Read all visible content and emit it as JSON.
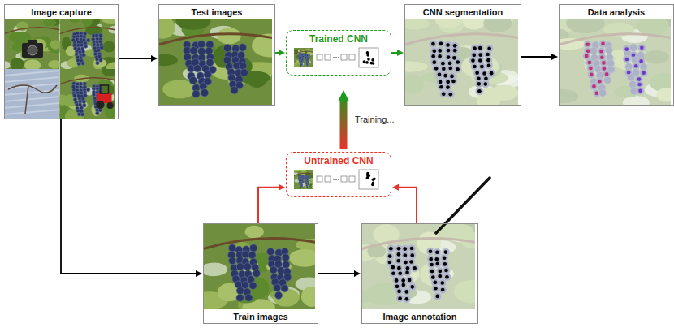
{
  "diagram": {
    "nodes": [
      {
        "text": [
          "Image capture"
        ]
      },
      {
        "text": [
          "Test images"
        ]
      },
      {
        "text": [
          "Trained CNN"
        ]
      },
      {
        "text": [
          "CNN segmentation"
        ]
      },
      {
        "text": [
          "Data analysis"
        ]
      },
      {
        "text": [
          "Untrained CNN"
        ]
      },
      {
        "text": [
          "Train images"
        ]
      },
      {
        "text": [
          "Image annotation"
        ]
      }
    ],
    "edges": [
      {
        "from": 0,
        "to": 1,
        "arrow": "to"
      },
      {
        "from": 1,
        "to": 2,
        "arrow": "to"
      },
      {
        "from": 2,
        "to": 3,
        "arrow": "to"
      },
      {
        "from": 3,
        "to": 4,
        "arrow": "to"
      },
      {
        "from": 0,
        "to": 6,
        "arrow": "to"
      },
      {
        "from": 6,
        "to": 7,
        "arrow": "to"
      },
      {
        "from": 6,
        "to": 5,
        "arrow": "to"
      },
      {
        "from": 7,
        "to": 5,
        "arrow": "to"
      },
      {
        "from": 5,
        "to": 2,
        "arrow": "to",
        "label": "Training..."
      }
    ]
  }
}
